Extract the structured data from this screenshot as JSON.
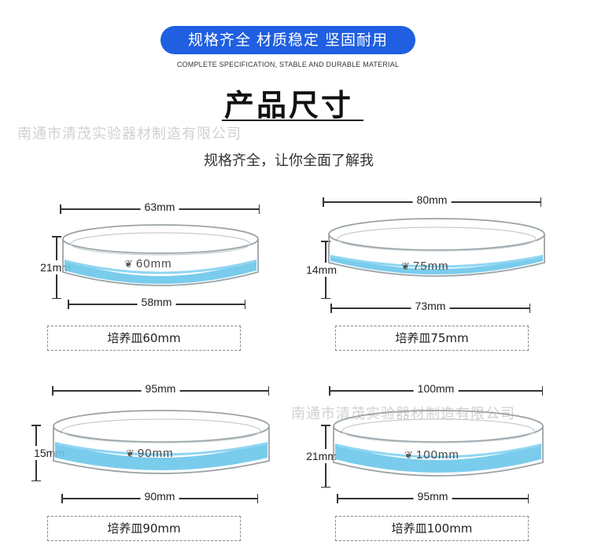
{
  "header": {
    "pill_text": "规格齐全  材质稳定  坚固耐用",
    "english_subtitle": "COMPLETE SPECIFICATION, STABLE AND DURABLE MATERIAL",
    "title": "产品尺寸",
    "subtitle": "规格齐全，让你全面了解我"
  },
  "watermark": "南通市清茂实验器材制造有限公司",
  "colors": {
    "accent_blue": "#1f5fe0",
    "liquid": "#6cc6ea"
  },
  "products": [
    {
      "outer_width": "63mm",
      "height": "21mm",
      "inner_width": "58mm",
      "dish_mark": "60mm",
      "label": "培养皿60mm"
    },
    {
      "outer_width": "80mm",
      "height": "14mm",
      "inner_width": "73mm",
      "dish_mark": "75mm",
      "label": "培养皿75mm"
    },
    {
      "outer_width": "95mm",
      "height": "15mm",
      "inner_width": "90mm",
      "dish_mark": "90mm",
      "label": "培养皿90mm"
    },
    {
      "outer_width": "100mm",
      "height": "21mm",
      "inner_width": "95mm",
      "dish_mark": "100mm",
      "label": "培养皿100mm"
    }
  ]
}
